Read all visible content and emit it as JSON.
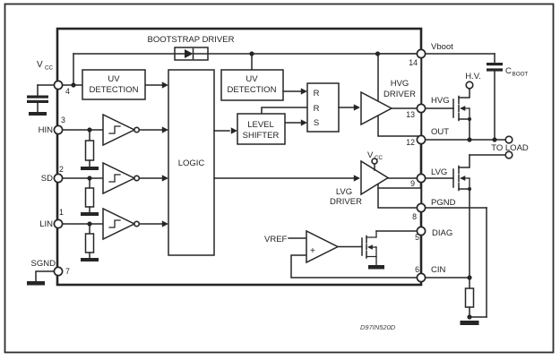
{
  "figure": {
    "code": "D97IN520D"
  },
  "colors": {
    "ink": "#262626",
    "background": "#ffffff"
  },
  "blocks": {
    "bootstrap_driver": "BOOTSTRAP DRIVER",
    "uv_detection_left": [
      "UV",
      "DETECTION"
    ],
    "uv_detection_right": [
      "UV",
      "DETECTION"
    ],
    "logic": "LOGIC",
    "level_shifter": [
      "LEVEL",
      "SHIFTER"
    ],
    "latch": [
      "R",
      "R",
      "S"
    ],
    "hvg_driver": [
      "HVG",
      "DRIVER"
    ],
    "lvg_driver": [
      "LVG",
      "DRIVER"
    ],
    "vref": "VREF",
    "comparator_plus": "+"
  },
  "pins": {
    "left": [
      {
        "number": "4",
        "label": "V",
        "label_sub": "CC"
      },
      {
        "number": "3",
        "label": "HIN"
      },
      {
        "number": "2",
        "label": "SD"
      },
      {
        "number": "1",
        "label": "LIN"
      },
      {
        "number": "7",
        "label": "SGND"
      }
    ],
    "right": [
      {
        "number": "14",
        "label": "Vboot"
      },
      {
        "number": "13",
        "label": "HVG"
      },
      {
        "number": "12",
        "label": "OUT"
      },
      {
        "number": "9",
        "label": "LVG"
      },
      {
        "number": "8",
        "label": "PGND"
      },
      {
        "number": "5",
        "label": "DIAG"
      },
      {
        "number": "6",
        "label": "CIN"
      }
    ]
  },
  "external": {
    "hv_label": "H.V.",
    "cboot_label": "C",
    "cboot_sub": "BOOT",
    "to_load_label": "TO LOAD",
    "lvg_supply_label": "V",
    "lvg_supply_sub": "CC"
  }
}
